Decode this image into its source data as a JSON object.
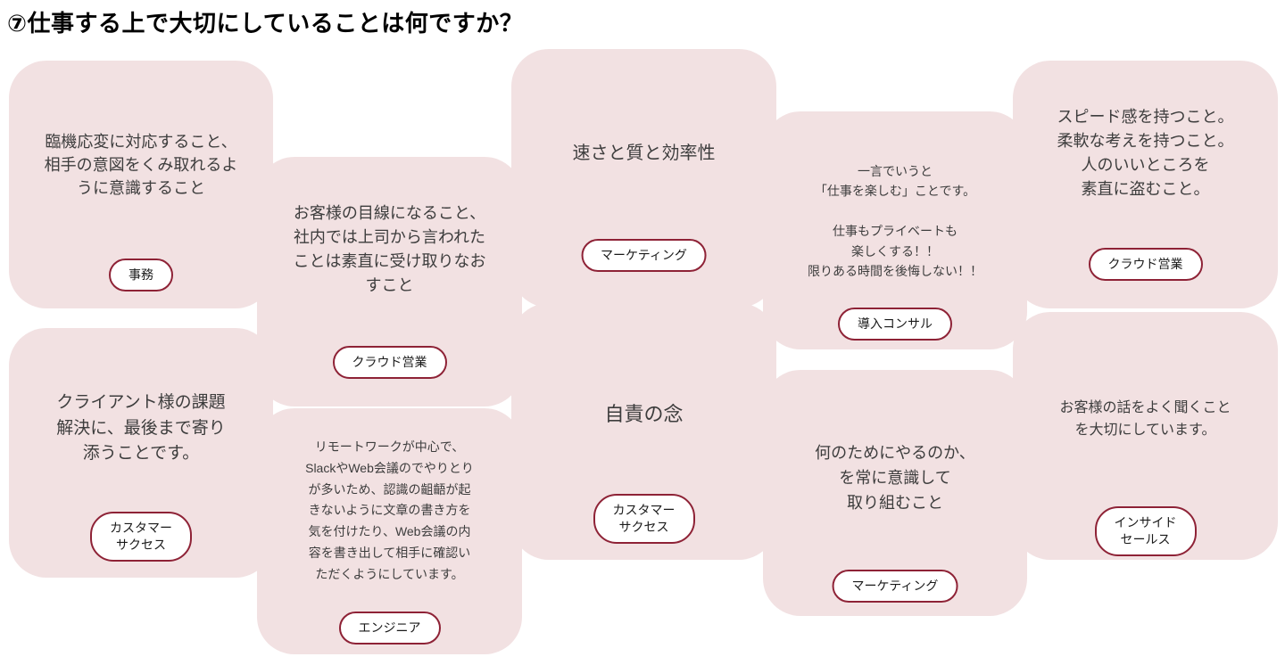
{
  "title": "⑦仕事する上で大切にしていることは何ですか？",
  "colors": {
    "card_background": "#f2e1e2",
    "badge_border": "#8e2236",
    "card_text": "#3d3d3d",
    "title_text": "#000000"
  },
  "cards": [
    {
      "text": "臨機応変に対応すること、\n相手の意図をくみ取れるよ\nうに意識すること",
      "role": "事務"
    },
    {
      "text": "お客様の目線になること、\n社内では上司から言われた\nことは素直に受け取りなお\nすこと",
      "role": "クラウド営業"
    },
    {
      "text": "速さと質と効率性",
      "role": "マーケティング"
    },
    {
      "text": "一言でいうと\n「仕事を楽しむ」ことです。\n\n仕事もプライベートも\n楽しくする！！\n限りある時間を後悔しない！！",
      "role": "導入コンサル"
    },
    {
      "text": "スピード感を持つこと。\n柔軟な考えを持つこと。\n人のいいところを\n素直に盗むこと。",
      "role": "クラウド営業"
    },
    {
      "text": "クライアント様の課題\n解決に、最後まで寄り\n添うことです。",
      "role": "カスタマー\nサクセス"
    },
    {
      "text": "リモートワークが中心で、\nSlackやWeb会議のでやりとり\nが多いため、認識の齟齬が起\nきないように文章の書き方を\n気を付けたり、Web会議の内\n容を書き出して相手に確認い\nただくようにしています。",
      "role": "エンジニア"
    },
    {
      "text": "自責の念",
      "role": "カスタマー\nサクセス"
    },
    {
      "text": "何のためにやるのか、\nを常に意識して\n取り組むこと",
      "role": "マーケティング"
    },
    {
      "text": "お客様の話をよく聞くこと\nを大切にしています。",
      "role": "インサイド\nセールス"
    }
  ]
}
